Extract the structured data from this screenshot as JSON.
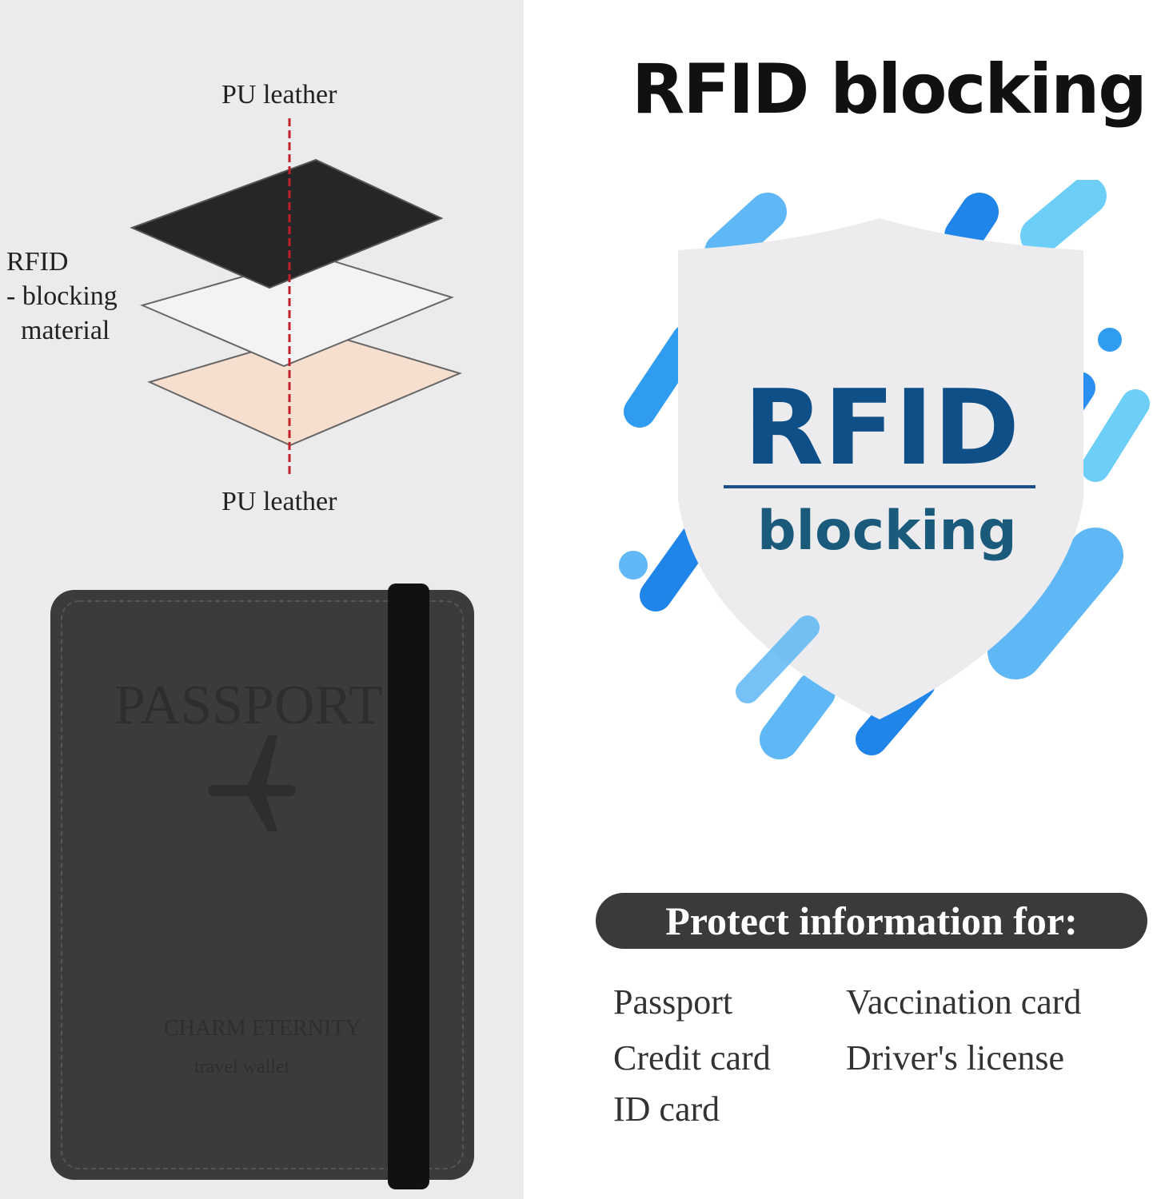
{
  "layers": {
    "top_label": "PU leather",
    "middle_label": [
      "RFID",
      "- blocking",
      "material"
    ],
    "bottom_label": "PU leather"
  },
  "wallet": {
    "emboss_title": "PASSPORT",
    "brand": "CHARM ETERNITY",
    "subtitle": "travel wallet"
  },
  "headline": "RFID blocking",
  "shield": {
    "big": "RFID",
    "small": "blocking"
  },
  "protect": {
    "heading": "Protect information for:",
    "items": [
      "Passport",
      "Vaccination card",
      "Credit card",
      "Driver's license",
      "ID card"
    ]
  },
  "colors": {
    "accent": "#1a4f8a",
    "blue": "#2f9cf0",
    "pill": "#3a3a3a"
  }
}
